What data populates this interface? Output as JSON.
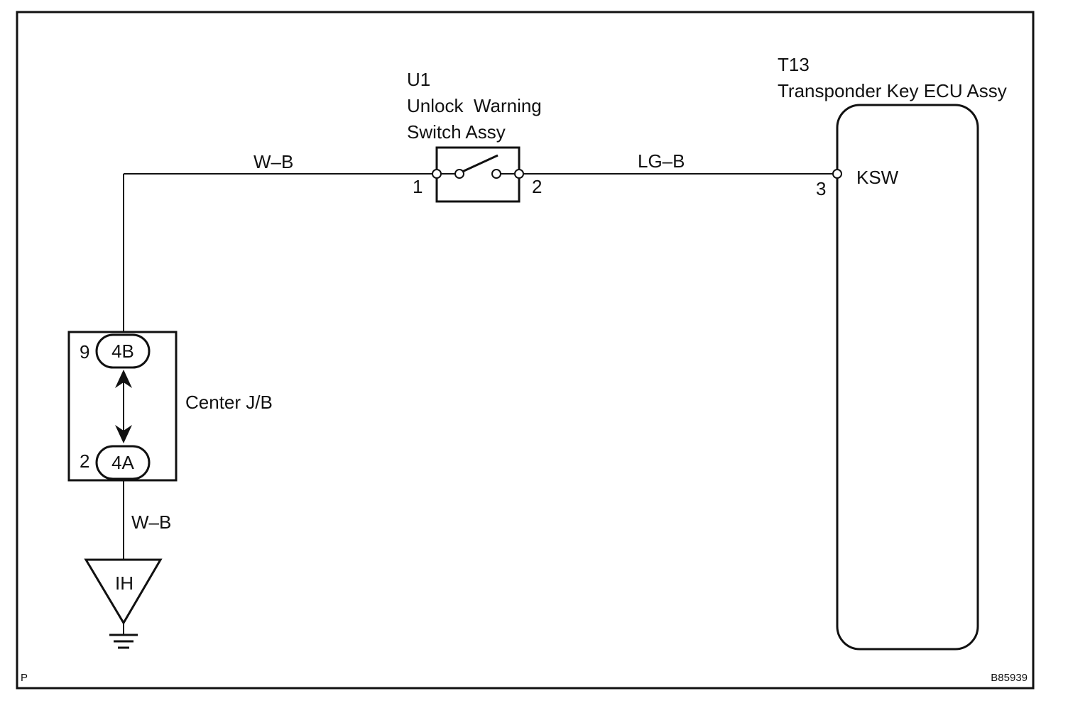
{
  "switch_component": {
    "code": "U1",
    "name_line1": "Unlock  Warning",
    "name_line2": "Switch Assy",
    "pin_left": "1",
    "pin_right": "2"
  },
  "ecu_component": {
    "code": "T13",
    "name": "Transponder Key ECU Assy",
    "pin": "3",
    "terminal": "KSW"
  },
  "junction_block": {
    "name": "Center J/B",
    "upper_pin": "9",
    "upper_connector": "4B",
    "lower_pin": "2",
    "lower_connector": "4A"
  },
  "wires": {
    "top_left": "W–B",
    "top_right": "LG–B",
    "bottom": "W–B"
  },
  "ground": {
    "code": "IH"
  },
  "footer": {
    "left_mark": "P",
    "figure_code": "B85939"
  }
}
